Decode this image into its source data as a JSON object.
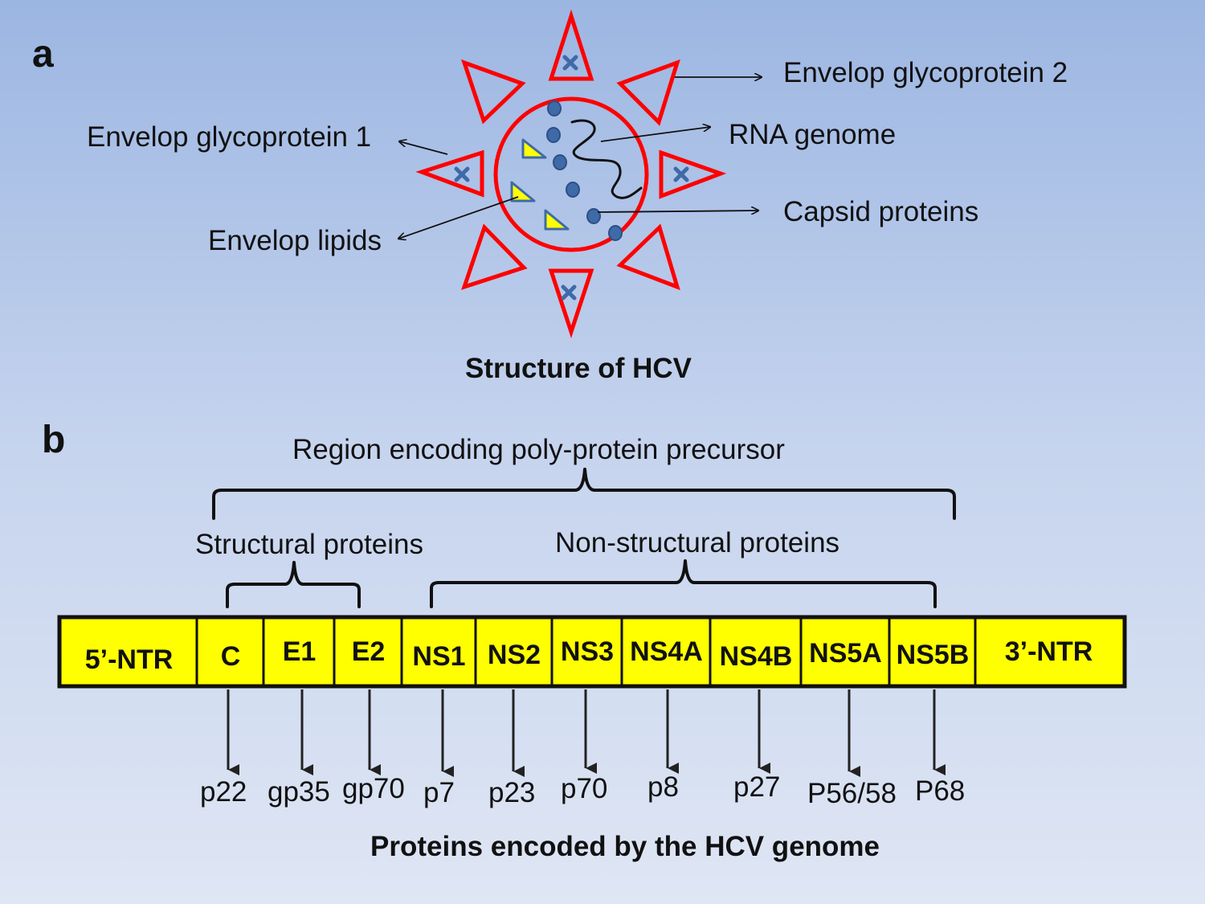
{
  "panel_a": {
    "letter": "a",
    "caption": "Structure of HCV",
    "labels": {
      "glyco2": "Envelop glycoprotein 2",
      "glyco1": "Envelop glycoprotein 1",
      "rna": "RNA genome",
      "capsid": "Capsid proteins",
      "lipids": "Envelop lipids"
    }
  },
  "panel_b": {
    "letter": "b",
    "region_label": "Region encoding poly-protein precursor",
    "structural_label": "Structural proteins",
    "nonstructural_label": "Non-structural proteins",
    "caption": "Proteins encoded by the HCV genome",
    "segments": [
      {
        "label": "5’-NTR"
      },
      {
        "label": "C",
        "protein": "p22"
      },
      {
        "label": "E1",
        "protein": "gp35"
      },
      {
        "label": "E2",
        "protein": "gp70"
      },
      {
        "label": "NS1",
        "protein": "p7"
      },
      {
        "label": "NS2",
        "protein": "p23"
      },
      {
        "label": "NS3",
        "protein": "p70"
      },
      {
        "label": "NS4A",
        "protein": "p8"
      },
      {
        "label": "NS4B",
        "protein": "p27"
      },
      {
        "label": "NS5A",
        "protein": "P56/58"
      },
      {
        "label": "NS5B",
        "protein": "P68"
      },
      {
        "label": "3’-NTR"
      }
    ]
  },
  "colors": {
    "envelope": "#ff0000",
    "capsid": "#3f6aa8",
    "lipid": "#ffff00",
    "genome_bar": "#ffff00"
  }
}
